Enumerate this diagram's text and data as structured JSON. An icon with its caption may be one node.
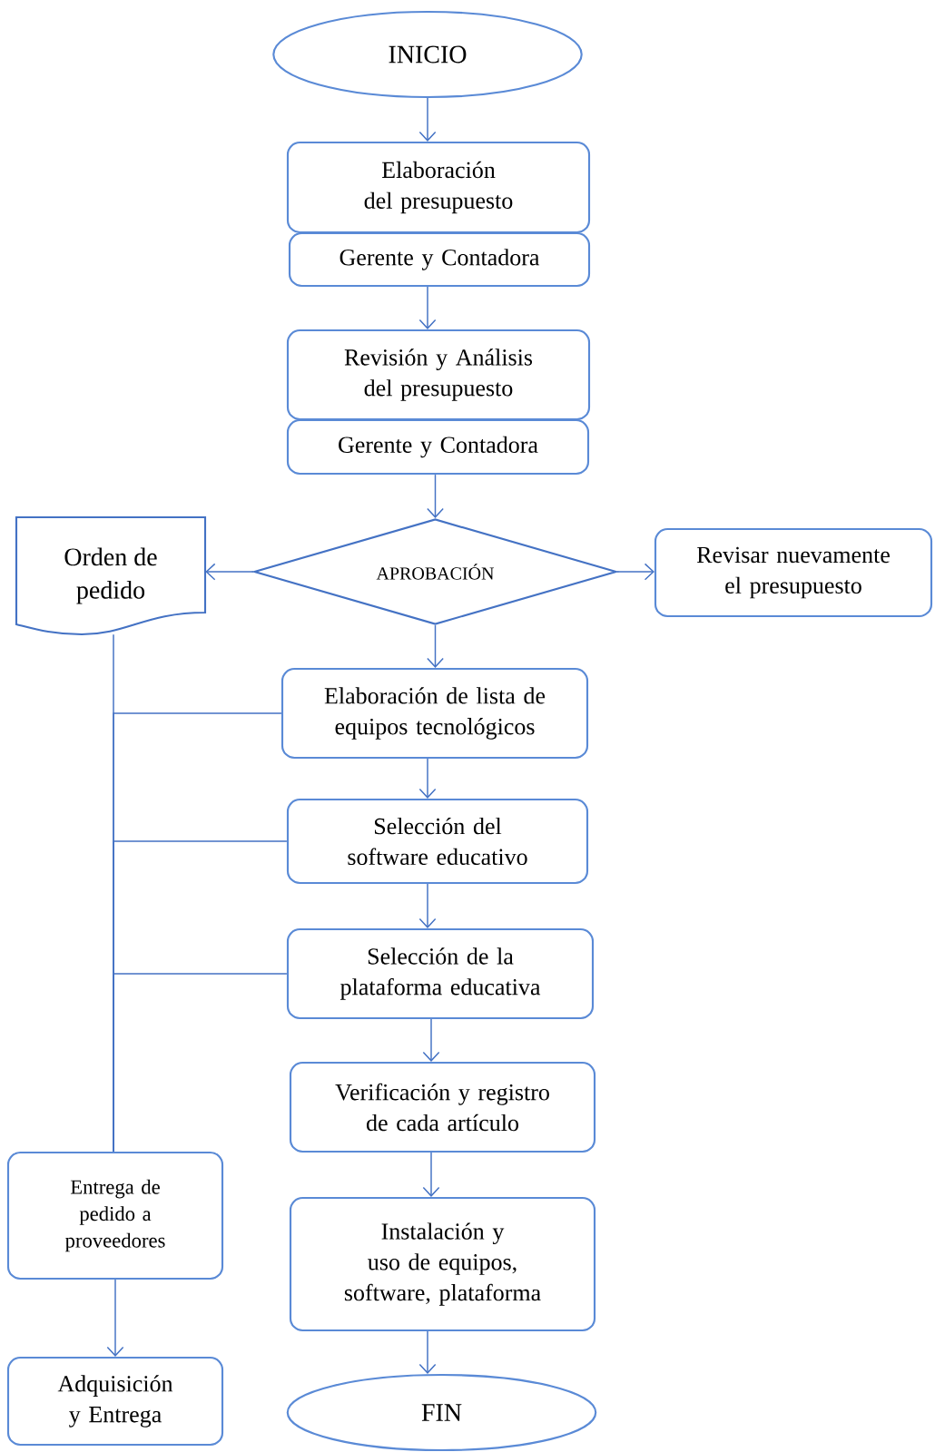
{
  "diagram": {
    "nodes": [
      {
        "text": [
          "INICIO"
        ]
      },
      {
        "text": [
          "Elaboración del presupuesto"
        ]
      },
      {
        "text": [
          "Gerente y Contadora"
        ]
      },
      {
        "text": [
          "Revisión y Análisis del presupuesto"
        ]
      },
      {
        "text": [
          "Gerente y Contadora"
        ]
      },
      {
        "text": [
          "Orden de pedido"
        ]
      },
      {
        "text": [
          "APROBACIÓN"
        ]
      },
      {
        "text": [
          "Revisar nuevamente el presupuesto"
        ]
      },
      {
        "text": [
          "Elaboración de lista de equipos tecnológicos"
        ]
      },
      {
        "text": [
          "Selección del software educativo"
        ]
      },
      {
        "text": [
          "Selección de la plataforma educativa"
        ]
      },
      {
        "text": [
          "Verificación y registro de cada artículo"
        ]
      },
      {
        "text": [
          "Entrega de pedido a proveedores"
        ]
      },
      {
        "text": [
          "Instalación y uso de equipos, software, plataforma"
        ]
      },
      {
        "text": [
          "Adquisición y Entrega"
        ]
      },
      {
        "text": [
          "FIN"
        ]
      }
    ],
    "edges": [
      {
        "from": 0,
        "to": 1,
        "arrow": "to"
      },
      {
        "from": 2,
        "to": 3,
        "arrow": "to"
      },
      {
        "from": 4,
        "to": 6,
        "arrow": "to"
      },
      {
        "from": 6,
        "to": 5,
        "arrow": "to"
      },
      {
        "from": 6,
        "to": 7,
        "arrow": "to"
      },
      {
        "from": 6,
        "to": 8,
        "arrow": "to"
      },
      {
        "from": 8,
        "to": 9,
        "arrow": "to"
      },
      {
        "from": 9,
        "to": 10,
        "arrow": "to"
      },
      {
        "from": 10,
        "to": 11,
        "arrow": "to"
      },
      {
        "from": 11,
        "to": 13,
        "arrow": "to"
      },
      {
        "from": 13,
        "to": 15,
        "arrow": "to"
      },
      {
        "from": 5,
        "to": 12,
        "arrow": "none"
      },
      {
        "from": 8,
        "to": 12,
        "arrow": "none"
      },
      {
        "from": 9,
        "to": 12,
        "arrow": "none"
      },
      {
        "from": 10,
        "to": 12,
        "arrow": "none"
      },
      {
        "from": 12,
        "to": 14,
        "arrow": "to"
      }
    ]
  }
}
